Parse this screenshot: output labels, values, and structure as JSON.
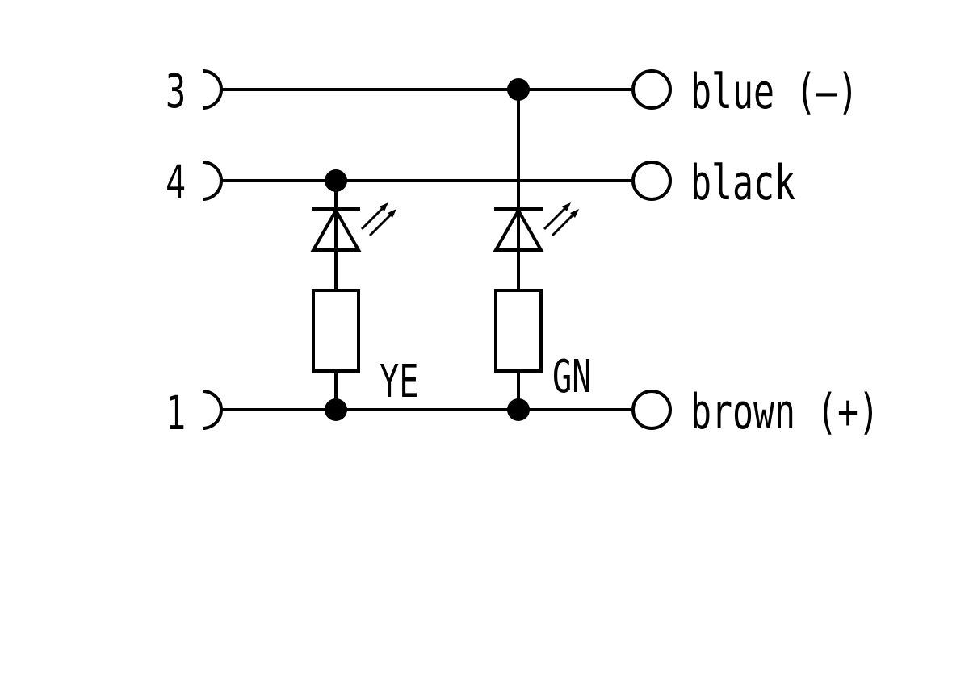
{
  "pins": [
    {
      "number": "3",
      "wire_label": "blue (–)"
    },
    {
      "number": "4",
      "wire_label": "black"
    },
    {
      "number": "1",
      "wire_label": "brown (+)"
    }
  ],
  "leds": [
    {
      "color_code": "YE"
    },
    {
      "color_code": "GN"
    }
  ],
  "colors": {
    "line": "#000000",
    "background": "#ffffff"
  }
}
